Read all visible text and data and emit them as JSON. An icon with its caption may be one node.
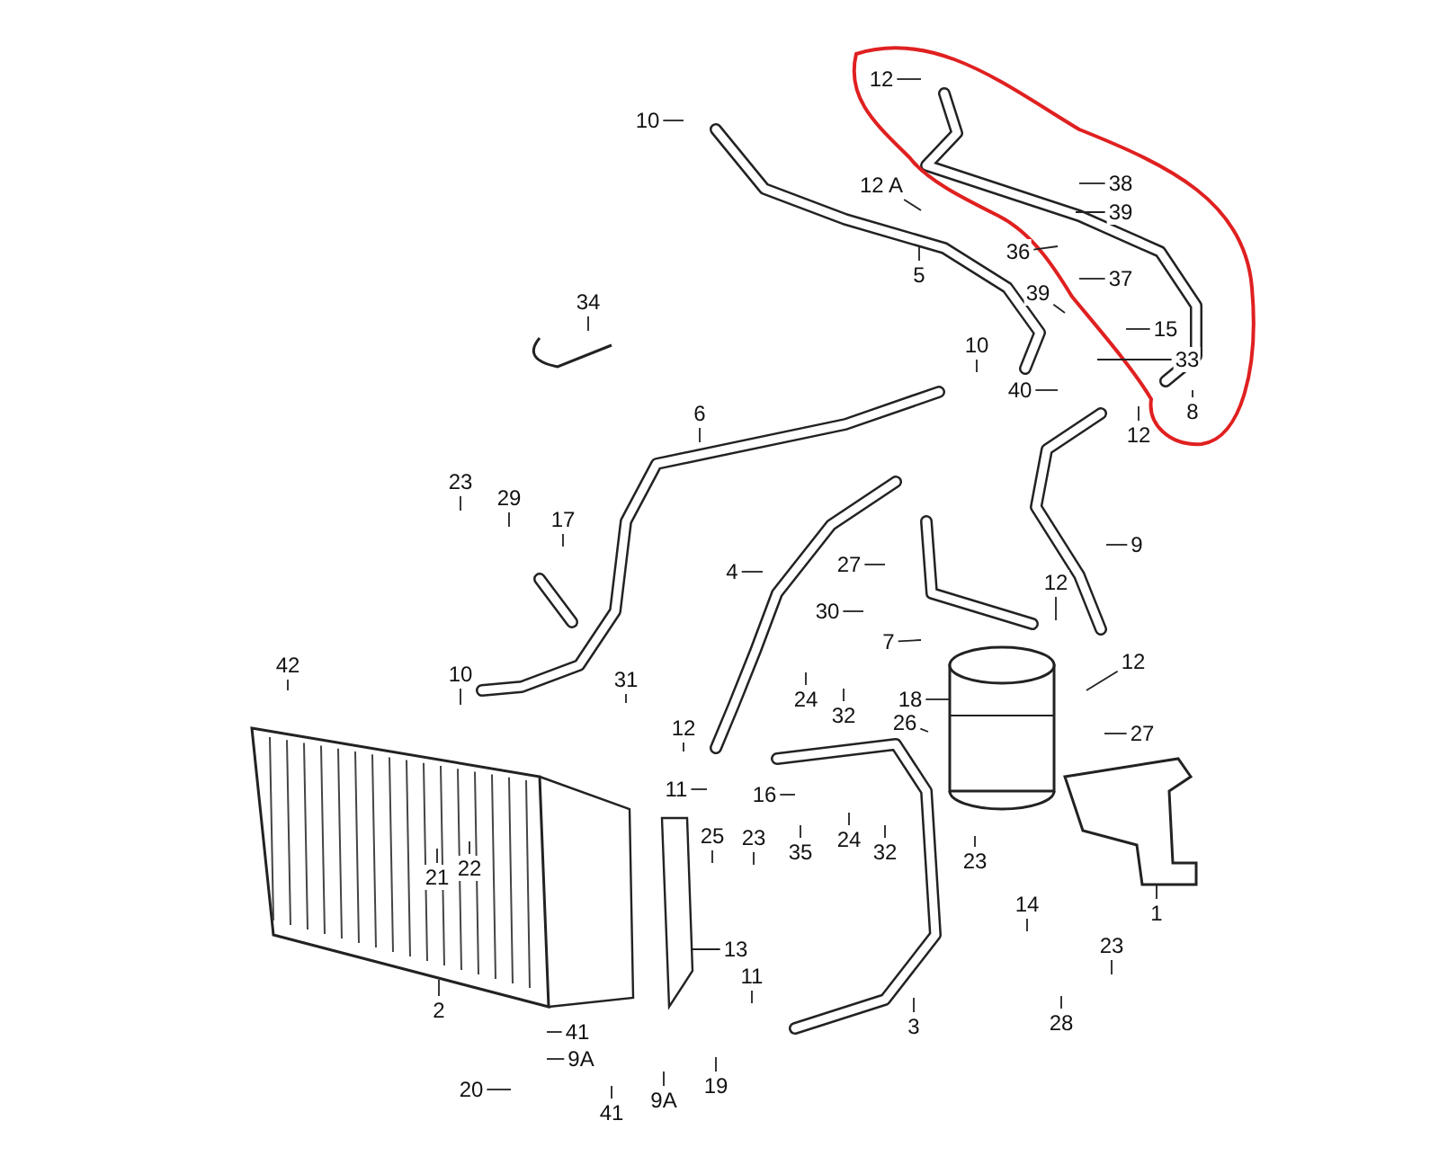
{
  "diagram": {
    "nodes": [
      {
        "text": [
          "12"
        ]
      },
      {
        "text": [
          "10"
        ]
      },
      {
        "text": [
          "12 A"
        ]
      },
      {
        "text": [
          "5"
        ]
      },
      {
        "text": [
          "38"
        ]
      },
      {
        "text": [
          "39"
        ]
      },
      {
        "text": [
          "36"
        ]
      },
      {
        "text": [
          "39"
        ]
      },
      {
        "text": [
          "37"
        ]
      },
      {
        "text": [
          "15"
        ]
      },
      {
        "text": [
          "33"
        ]
      },
      {
        "text": [
          "40"
        ]
      },
      {
        "text": [
          "10"
        ]
      },
      {
        "text": [
          "8"
        ]
      },
      {
        "text": [
          "12"
        ]
      },
      {
        "text": [
          "34"
        ]
      },
      {
        "text": [
          "6"
        ]
      },
      {
        "text": [
          "23"
        ]
      },
      {
        "text": [
          "29"
        ]
      },
      {
        "text": [
          "17"
        ]
      },
      {
        "text": [
          "4"
        ]
      },
      {
        "text": [
          "27"
        ]
      },
      {
        "text": [
          "30"
        ]
      },
      {
        "text": [
          "7"
        ]
      },
      {
        "text": [
          "9"
        ]
      },
      {
        "text": [
          "12"
        ]
      },
      {
        "text": [
          "12"
        ]
      },
      {
        "text": [
          "42"
        ]
      },
      {
        "text": [
          "10"
        ]
      },
      {
        "text": [
          "31"
        ]
      },
      {
        "text": [
          "24"
        ]
      },
      {
        "text": [
          "32"
        ]
      },
      {
        "text": [
          "18"
        ]
      },
      {
        "text": [
          "26"
        ]
      },
      {
        "text": [
          "27"
        ]
      },
      {
        "text": [
          "12"
        ]
      },
      {
        "text": [
          "11"
        ]
      },
      {
        "text": [
          "16"
        ]
      },
      {
        "text": [
          "25"
        ]
      },
      {
        "text": [
          "23"
        ]
      },
      {
        "text": [
          "35"
        ]
      },
      {
        "text": [
          "24"
        ]
      },
      {
        "text": [
          "32"
        ]
      },
      {
        "text": [
          "23"
        ]
      },
      {
        "text": [
          "1"
        ]
      },
      {
        "text": [
          "21"
        ],
        "in": 60
      },
      {
        "text": [
          "22"
        ],
        "in": 60
      },
      {
        "text": [
          "13"
        ]
      },
      {
        "text": [
          "2"
        ]
      },
      {
        "text": [
          "11"
        ]
      },
      {
        "text": [
          "14"
        ]
      },
      {
        "text": [
          "23"
        ]
      },
      {
        "text": [
          "3"
        ]
      },
      {
        "text": [
          "28"
        ]
      },
      {
        "text": [
          "41"
        ]
      },
      {
        "text": [
          "9A"
        ]
      },
      {
        "text": [
          "20"
        ]
      },
      {
        "text": [
          "41"
        ]
      },
      {
        "text": [
          "9A"
        ]
      },
      {
        "text": [
          "19"
        ]
      },
      {
        "text": [],
        "shape": "picture"
      },
      {
        "text": [],
        "shape": "picture"
      },
      {
        "text": [],
        "shape": "picture"
      },
      {
        "text": [],
        "shape": "picture"
      }
    ],
    "edges": [
      {
        "from": 0,
        "to": null,
        "arrow": "none"
      },
      {
        "from": 1,
        "to": null,
        "arrow": "none"
      },
      {
        "from": 2,
        "to": null,
        "arrow": "none"
      },
      {
        "from": 3,
        "to": null,
        "arrow": "none"
      },
      {
        "from": 4,
        "to": null,
        "arrow": "none"
      },
      {
        "from": 5,
        "to": null,
        "arrow": "none"
      },
      {
        "from": 6,
        "to": null,
        "arrow": "none"
      },
      {
        "from": 7,
        "to": null,
        "arrow": "none"
      },
      {
        "from": 8,
        "to": null,
        "arrow": "none"
      },
      {
        "from": 9,
        "to": null,
        "arrow": "none"
      },
      {
        "from": 10,
        "to": null,
        "arrow": "none"
      },
      {
        "from": 11,
        "to": null,
        "arrow": "none"
      },
      {
        "from": 12,
        "to": null,
        "arrow": "none"
      },
      {
        "from": 13,
        "to": null,
        "arrow": "none"
      },
      {
        "from": 14,
        "to": null,
        "arrow": "none"
      },
      {
        "from": 15,
        "to": null,
        "arrow": "none"
      },
      {
        "from": 16,
        "to": null,
        "arrow": "none"
      },
      {
        "from": 17,
        "to": null,
        "arrow": "none"
      },
      {
        "from": 18,
        "to": null,
        "arrow": "none"
      },
      {
        "from": 19,
        "to": null,
        "arrow": "none"
      },
      {
        "from": 20,
        "to": null,
        "arrow": "none"
      },
      {
        "from": 21,
        "to": null,
        "arrow": "none"
      },
      {
        "from": 22,
        "to": null,
        "arrow": "none"
      },
      {
        "from": 23,
        "to": null,
        "arrow": "none"
      },
      {
        "from": 24,
        "to": null,
        "arrow": "none"
      },
      {
        "from": 25,
        "to": null,
        "arrow": "none"
      },
      {
        "from": 26,
        "to": null,
        "arrow": "none"
      },
      {
        "from": 27,
        "to": null,
        "arrow": "none"
      },
      {
        "from": 28,
        "to": null,
        "arrow": "none"
      },
      {
        "from": 29,
        "to": null,
        "arrow": "none"
      },
      {
        "from": 30,
        "to": null,
        "arrow": "none"
      },
      {
        "from": 31,
        "to": null,
        "arrow": "none"
      },
      {
        "from": 32,
        "to": 62,
        "arrow": "none"
      },
      {
        "from": 33,
        "to": null,
        "arrow": "none"
      },
      {
        "from": 34,
        "to": null,
        "arrow": "none"
      },
      {
        "from": 35,
        "to": null,
        "arrow": "none"
      },
      {
        "from": 36,
        "to": null,
        "arrow": "none"
      },
      {
        "from": 37,
        "to": null,
        "arrow": "none"
      },
      {
        "from": 38,
        "to": null,
        "arrow": "none"
      },
      {
        "from": 39,
        "to": null,
        "arrow": "none"
      },
      {
        "from": 40,
        "to": null,
        "arrow": "none"
      },
      {
        "from": 41,
        "to": null,
        "arrow": "none"
      },
      {
        "from": 42,
        "to": null,
        "arrow": "none"
      },
      {
        "from": 43,
        "to": null,
        "arrow": "none"
      },
      {
        "from": 44,
        "to": 63,
        "arrow": "none"
      },
      {
        "from": 45,
        "to": 60,
        "arrow": "none"
      },
      {
        "from": 46,
        "to": 60,
        "arrow": "none"
      },
      {
        "from": 47,
        "to": 61,
        "arrow": "none"
      },
      {
        "from": 48,
        "to": 60,
        "arrow": "none"
      },
      {
        "from": 49,
        "to": null,
        "arrow": "none"
      },
      {
        "from": 50,
        "to": null,
        "arrow": "none"
      },
      {
        "from": 51,
        "to": null,
        "arrow": "none"
      },
      {
        "from": 52,
        "to": null,
        "arrow": "none"
      },
      {
        "from": 53,
        "to": null,
        "arrow": "none"
      },
      {
        "from": 54,
        "to": null,
        "arrow": "none"
      },
      {
        "from": 55,
        "to": null,
        "arrow": "none"
      },
      {
        "from": 56,
        "to": null,
        "arrow": "none"
      },
      {
        "from": 57,
        "to": null,
        "arrow": "none"
      },
      {
        "from": 58,
        "to": null,
        "arrow": "none"
      },
      {
        "from": 59,
        "to": null,
        "arrow": "none"
      }
    ]
  }
}
